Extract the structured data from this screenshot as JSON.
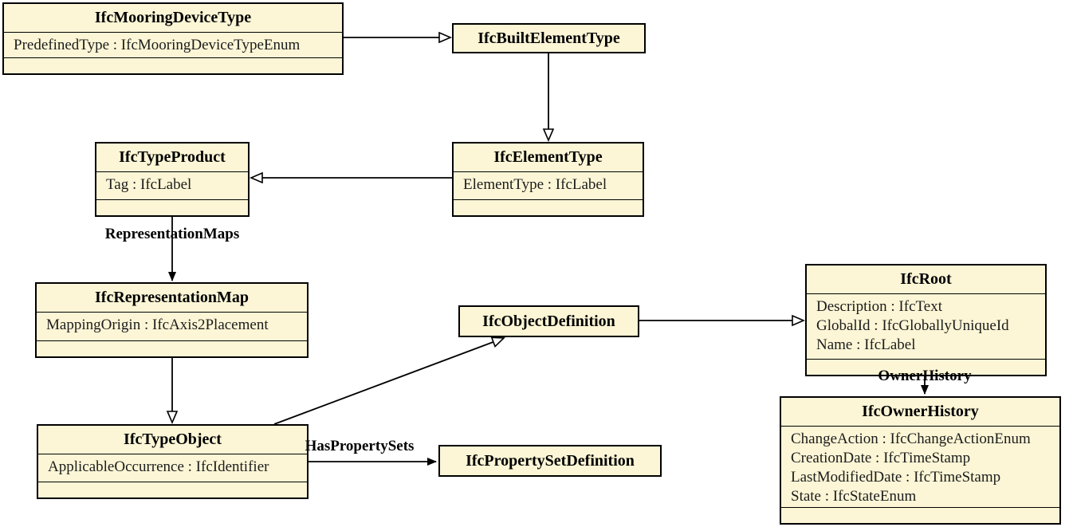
{
  "colors": {
    "node_fill": "#fcf6d6",
    "node_border": "#000000",
    "edge_color": "#000000",
    "background": "#ffffff"
  },
  "nodes": {
    "mooring_device_type": {
      "title": "IfcMooringDeviceType",
      "attrs": [
        "PredefinedType : IfcMooringDeviceTypeEnum"
      ]
    },
    "built_element_type": {
      "title": "IfcBuiltElementType"
    },
    "type_product": {
      "title": "IfcTypeProduct",
      "attrs": [
        "Tag : IfcLabel"
      ]
    },
    "element_type": {
      "title": "IfcElementType",
      "attrs": [
        "ElementType : IfcLabel"
      ]
    },
    "representation_map": {
      "title": "IfcRepresentationMap",
      "attrs": [
        "MappingOrigin : IfcAxis2Placement"
      ]
    },
    "object_definition": {
      "title": "IfcObjectDefinition"
    },
    "root": {
      "title": "IfcRoot",
      "attrs": [
        "Description : IfcText",
        "GlobalId : IfcGloballyUniqueId",
        "Name : IfcLabel"
      ]
    },
    "type_object": {
      "title": "IfcTypeObject",
      "attrs": [
        "ApplicableOccurrence : IfcIdentifier"
      ]
    },
    "property_set_definition": {
      "title": "IfcPropertySetDefinition"
    },
    "owner_history": {
      "title": "IfcOwnerHistory",
      "attrs": [
        "ChangeAction : IfcChangeActionEnum",
        "CreationDate : IfcTimeStamp",
        "LastModifiedDate : IfcTimeStamp",
        "State : IfcStateEnum"
      ]
    }
  },
  "edge_labels": {
    "representation_maps": "RepresentationMaps",
    "owner_history": "OwnerHistory",
    "has_property_sets": "HasPropertySets"
  }
}
